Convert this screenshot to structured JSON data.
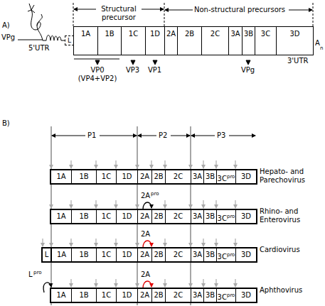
{
  "diagram": {
    "nodes": [
      {
        "text": [
          "L"
        ]
      },
      {
        "text": [
          "1A"
        ]
      },
      {
        "text": [
          "1B"
        ]
      },
      {
        "text": [
          "1C"
        ]
      },
      {
        "text": [
          "1D"
        ]
      },
      {
        "text": [
          "2A"
        ]
      },
      {
        "text": [
          "2B"
        ]
      },
      {
        "text": [
          "2C"
        ]
      },
      {
        "text": [
          "3A"
        ]
      },
      {
        "text": [
          "3B"
        ]
      },
      {
        "text": [
          "3C"
        ]
      },
      {
        "text": [
          "3D"
        ]
      },
      {
        "text": [
          "Hepato- and Parechovirus"
        ]
      },
      {
        "text": [
          "1A"
        ],
        "in": 12
      },
      {
        "text": [
          "1B"
        ],
        "in": 12
      },
      {
        "text": [
          "1C"
        ],
        "in": 12
      },
      {
        "text": [
          "1D"
        ],
        "in": 12
      },
      {
        "text": [
          "2A"
        ],
        "in": 12
      },
      {
        "text": [
          "2B"
        ],
        "in": 12
      },
      {
        "text": [
          "2C"
        ],
        "in": 12
      },
      {
        "text": [
          "3A"
        ],
        "in": 12
      },
      {
        "text": [
          "3B"
        ],
        "in": 12
      },
      {
        "text": [
          "3C",
          "pro"
        ],
        "in": 12
      },
      {
        "text": [
          "3D"
        ],
        "in": 12
      },
      {
        "text": [
          "Rhino- and Enterovirus"
        ]
      },
      {
        "text": [
          "1A"
        ],
        "in": 24
      },
      {
        "text": [
          "1B"
        ],
        "in": 24
      },
      {
        "text": [
          "1C"
        ],
        "in": 24
      },
      {
        "text": [
          "1D"
        ],
        "in": 24
      },
      {
        "text": [
          "2A"
        ],
        "in": 24
      },
      {
        "text": [
          "2B"
        ],
        "in": 24
      },
      {
        "text": [
          "2C"
        ],
        "in": 24
      },
      {
        "text": [
          "3A"
        ],
        "in": 24
      },
      {
        "text": [
          "3B"
        ],
        "in": 24
      },
      {
        "text": [
          "3C",
          "pro"
        ],
        "in": 24
      },
      {
        "text": [
          "3D"
        ],
        "in": 24
      },
      {
        "text": [
          "Cardiovirus"
        ]
      },
      {
        "text": [
          "L"
        ],
        "in": 36
      },
      {
        "text": [
          "1A"
        ],
        "in": 36
      },
      {
        "text": [
          "1B"
        ],
        "in": 36
      },
      {
        "text": [
          "1C"
        ],
        "in": 36
      },
      {
        "text": [
          "1D"
        ],
        "in": 36
      },
      {
        "text": [
          "2A"
        ],
        "in": 36
      },
      {
        "text": [
          "2B"
        ],
        "in": 36
      },
      {
        "text": [
          "2C"
        ],
        "in": 36
      },
      {
        "text": [
          "3A"
        ],
        "in": 36
      },
      {
        "text": [
          "3B"
        ],
        "in": 36
      },
      {
        "text": [
          "3C",
          "pro"
        ],
        "in": 36
      },
      {
        "text": [
          "3D"
        ],
        "in": 36
      },
      {
        "text": [
          "Aphthovirus"
        ]
      },
      {
        "text": [
          "1A"
        ],
        "in": 49
      },
      {
        "text": [
          "1B"
        ],
        "in": 49
      },
      {
        "text": [
          "1C"
        ],
        "in": 49
      },
      {
        "text": [
          "1D"
        ],
        "in": 49
      },
      {
        "text": [
          "2A"
        ],
        "in": 49
      },
      {
        "text": [
          "2B"
        ],
        "in": 49
      },
      {
        "text": [
          "2C"
        ],
        "in": 49
      },
      {
        "text": [
          "3A"
        ],
        "in": 49
      },
      {
        "text": [
          "3B"
        ],
        "in": 49
      },
      {
        "text": [
          "3C",
          "pro"
        ],
        "in": 49
      },
      {
        "text": [
          "3D"
        ],
        "in": 49
      }
    ],
    "labels": [
      "A)",
      "Structural precursor",
      "Non-structural precursors",
      "VPg",
      "5'UTR",
      "A",
      "n",
      "3'UTR",
      "VP0 (VP4+VP2)",
      "VP3",
      "VP1",
      "VPg",
      "B)",
      "P1",
      "P2",
      "P3",
      "2A",
      "pro",
      "2A",
      "2A",
      "L",
      "pro"
    ]
  }
}
